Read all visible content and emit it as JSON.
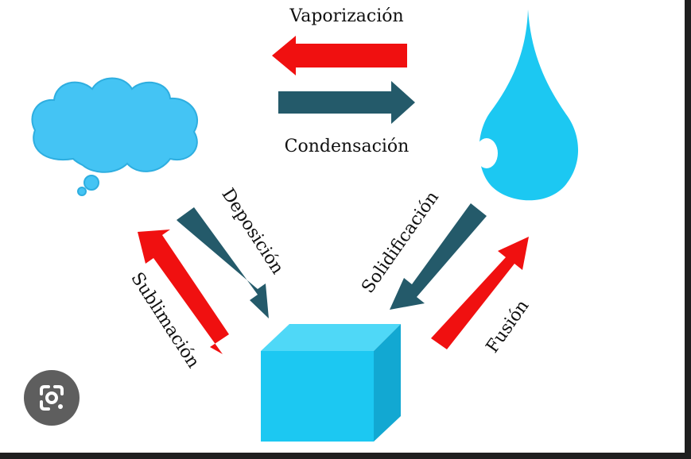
{
  "diagram": {
    "labels": {
      "vaporizacion": "Vaporización",
      "condensacion": "Condensación",
      "deposicion": "Deposición",
      "sublimacion": "Sublimación",
      "solidificacion": "Solidificación",
      "fusion": "Fusión"
    },
    "states": {
      "gas": "cloud-icon",
      "liquid": "water-drop-icon",
      "solid": "ice-cube-icon"
    },
    "colors": {
      "red_arrow": "#f01010",
      "teal_arrow": "#245a6a",
      "cyan": "#1cc8f2",
      "cloud": "#44c4f4"
    }
  },
  "overlay": {
    "lens_button": "google-lens-icon"
  }
}
